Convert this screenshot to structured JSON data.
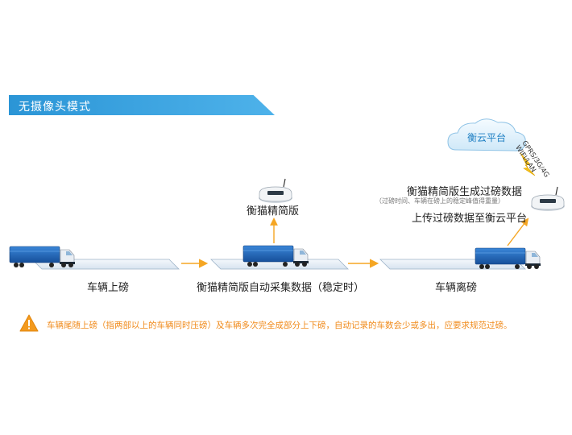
{
  "banner": {
    "title": "无摄像头模式"
  },
  "stages": {
    "onscale": {
      "label": "车辆上磅"
    },
    "collect": {
      "label": "衡猫精简版自动采集数据（稳定时）"
    },
    "leave": {
      "label": "车辆离磅"
    }
  },
  "device": {
    "label": "衡猫精简版"
  },
  "upload": {
    "title": "衡猫精简版生成过磅数据",
    "note": "（过磅时间、车辆在磅上的稳定峰值得重量）",
    "action": "上传过磅数据至衡云平台"
  },
  "cloud": {
    "label": "衡云平台",
    "network": "GPRS/3G/4G\nWIFI/LAN"
  },
  "warning": {
    "text": "车辆尾随上磅（指两部以上的车辆同时压磅）及车辆多次完全成部分上下磅，自动记录的车数会少或多出，应要求规范过磅。"
  },
  "colors": {
    "accent_blue": "#2b95d6",
    "arrow_orange": "#f5a623",
    "warning_orange": "#f08a1a",
    "truck_blue": "#1f5fb0"
  },
  "icons": [
    "truck-icon",
    "scale-platform-icon",
    "device-icon",
    "cloud-icon",
    "lightning-icon",
    "warning-icon"
  ]
}
